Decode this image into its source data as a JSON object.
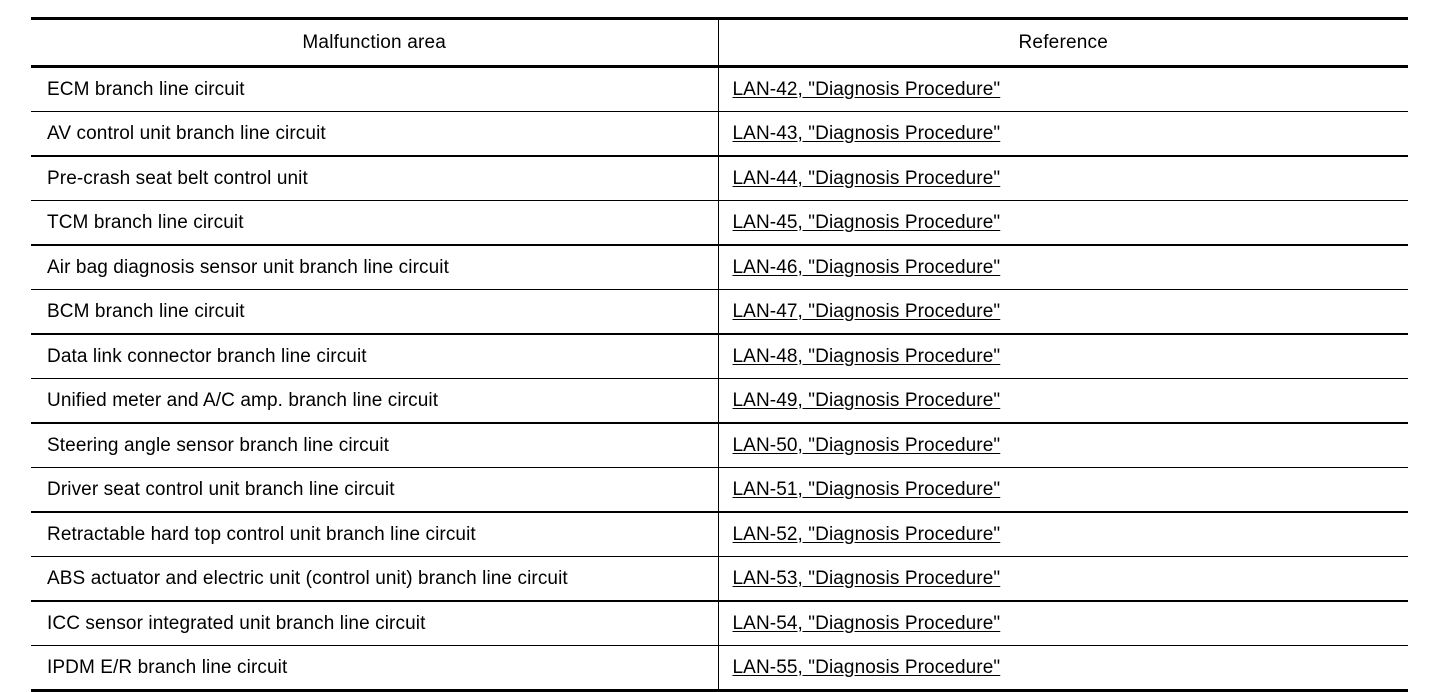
{
  "table": {
    "columns": [
      {
        "key": "area",
        "header": "Malfunction area",
        "align": "center"
      },
      {
        "key": "reference",
        "header": "Reference",
        "align": "center"
      }
    ],
    "rows": [
      {
        "area": "ECM branch line circuit",
        "reference": "LAN-42, \"Diagnosis Procedure\""
      },
      {
        "area": "AV control unit branch line circuit",
        "reference": "LAN-43, \"Diagnosis Procedure\""
      },
      {
        "area": "Pre-crash seat belt control unit",
        "reference": "LAN-44, \"Diagnosis Procedure\""
      },
      {
        "area": "TCM branch line circuit",
        "reference": "LAN-45, \"Diagnosis Procedure\""
      },
      {
        "area": "Air bag diagnosis sensor unit branch line circuit",
        "reference": "LAN-46, \"Diagnosis Procedure\""
      },
      {
        "area": "BCM branch line circuit",
        "reference": "LAN-47, \"Diagnosis Procedure\""
      },
      {
        "area": "Data link connector branch line circuit",
        "reference": "LAN-48, \"Diagnosis Procedure\""
      },
      {
        "area": "Unified meter and A/C amp. branch line circuit",
        "reference": "LAN-49, \"Diagnosis Procedure\""
      },
      {
        "area": "Steering angle sensor branch line circuit",
        "reference": "LAN-50, \"Diagnosis Procedure\""
      },
      {
        "area": "Driver seat control unit branch line circuit",
        "reference": "LAN-51, \"Diagnosis Procedure\""
      },
      {
        "area": "Retractable hard top control unit branch line circuit",
        "reference": "LAN-52, \"Diagnosis Procedure\""
      },
      {
        "area": "ABS actuator and electric unit (control unit) branch line circuit",
        "reference": "LAN-53, \"Diagnosis Procedure\""
      },
      {
        "area": "ICC sensor integrated unit branch line circuit",
        "reference": "LAN-54, \"Diagnosis Procedure\""
      },
      {
        "area": "IPDM  E/R branch line circuit",
        "reference": "LAN-55, \"Diagnosis Procedure\""
      }
    ]
  },
  "style": {
    "text_color": "#000000",
    "background": "#ffffff",
    "rule_color": "#000000"
  }
}
